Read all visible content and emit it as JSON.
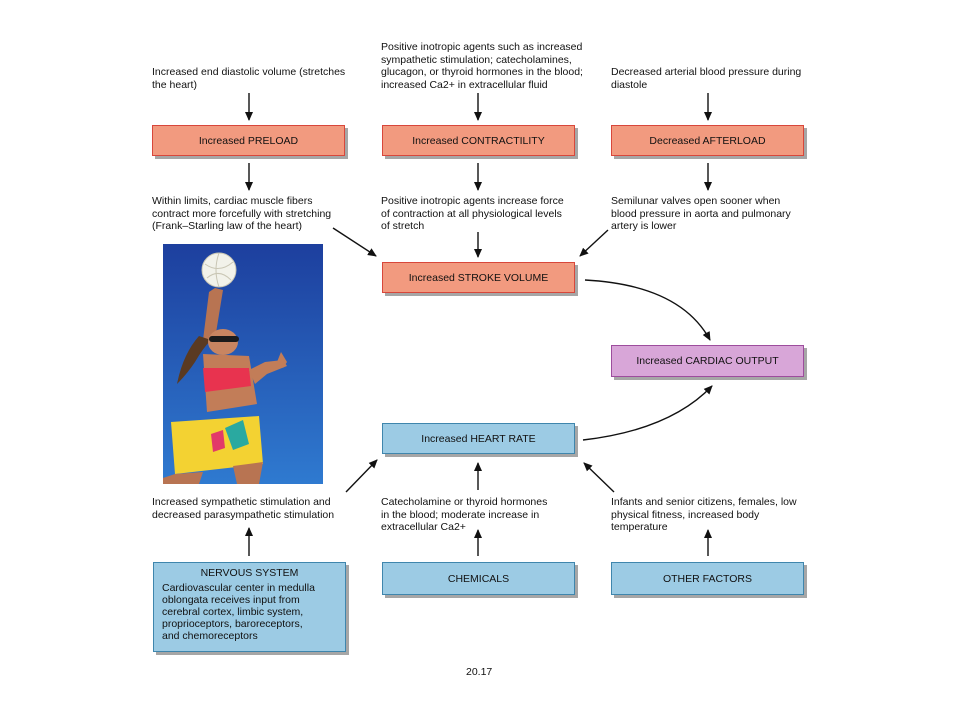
{
  "top_texts": {
    "end_diastolic": "Increased end diastolic volume (stretches\nthe heart)",
    "inotropic_agents": "Positive inotropic agents such as increased\nsympathetic stimulation; catecholamines,\nglucagon, or thyroid hormones in the blood;\nincreased Ca2+ in extracellular fluid",
    "arterial_pressure": "Decreased arterial blood pressure during\ndiastole"
  },
  "boxes": {
    "preload": "Increased PRELOAD",
    "contractility": "Increased CONTRACTILITY",
    "afterload": "Decreased AFTERLOAD",
    "stroke_volume": "Increased STROKE VOLUME",
    "cardiac_output": "Increased CARDIAC OUTPUT",
    "heart_rate": "Increased HEART RATE",
    "nervous_title": "NERVOUS SYSTEM",
    "nervous_desc": "Cardiovascular center in medulla\noblongata receives input from\ncerebral cortex, limbic system,\nproprioceptors, baroreceptors,\nand chemoreceptors",
    "chemicals": "CHEMICALS",
    "other_factors": "OTHER FACTORS"
  },
  "mid_texts": {
    "frank_starling": "Within limits, cardiac muscle fibers\ncontract more forcefully with stretching\n(Frank–Starling law of the heart)",
    "inotropic_force": "Positive inotropic agents increase force\nof contraction at all physiological levels\nof stretch",
    "semilunar": "Semilunar valves open sooner when\nblood pressure in aorta and pulmonary\nartery is lower"
  },
  "bottom_texts": {
    "sympathetic": "Increased sympathetic stimulation and\ndecreased parasympathetic stimulation",
    "catecholamine": "Catecholamine or thyroid hormones\nin the blood; moderate increase in\nextracellular Ca2+",
    "infants": "Infants and senior citizens, females, low\nphysical fitness, increased body\ntemperature"
  },
  "figure_label": "20.17",
  "colors": {
    "salmon_fill": "#f29a7f",
    "blue_fill": "#9ccbe4",
    "purple_fill": "#d8a6d8"
  }
}
